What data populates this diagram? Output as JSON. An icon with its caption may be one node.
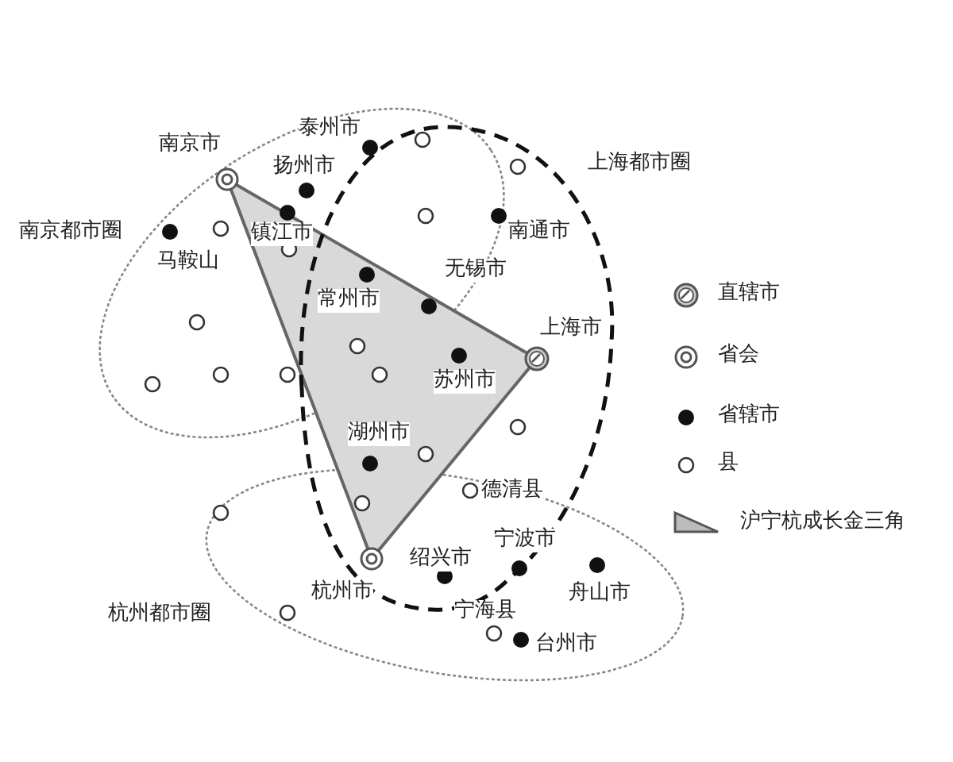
{
  "diagram": {
    "labels": [
      "泰州市",
      "南京市",
      "扬州市",
      "上海都市圈",
      "南京都市圈",
      "镇江市",
      "南通市",
      "马鞍山",
      "常州市",
      "无锡市",
      "上海市",
      "苏州市",
      "湖州市",
      "德清县",
      "宁波市",
      "绍兴市",
      "杭州市",
      "舟山市",
      "杭州都市圈",
      "宁海县",
      "台州市"
    ],
    "legend": [
      {
        "text": "直辖市"
      },
      {
        "text": "省会"
      },
      {
        "text": "省辖市"
      },
      {
        "text": "县"
      },
      {
        "text": "沪宁杭成长金三角"
      }
    ]
  }
}
